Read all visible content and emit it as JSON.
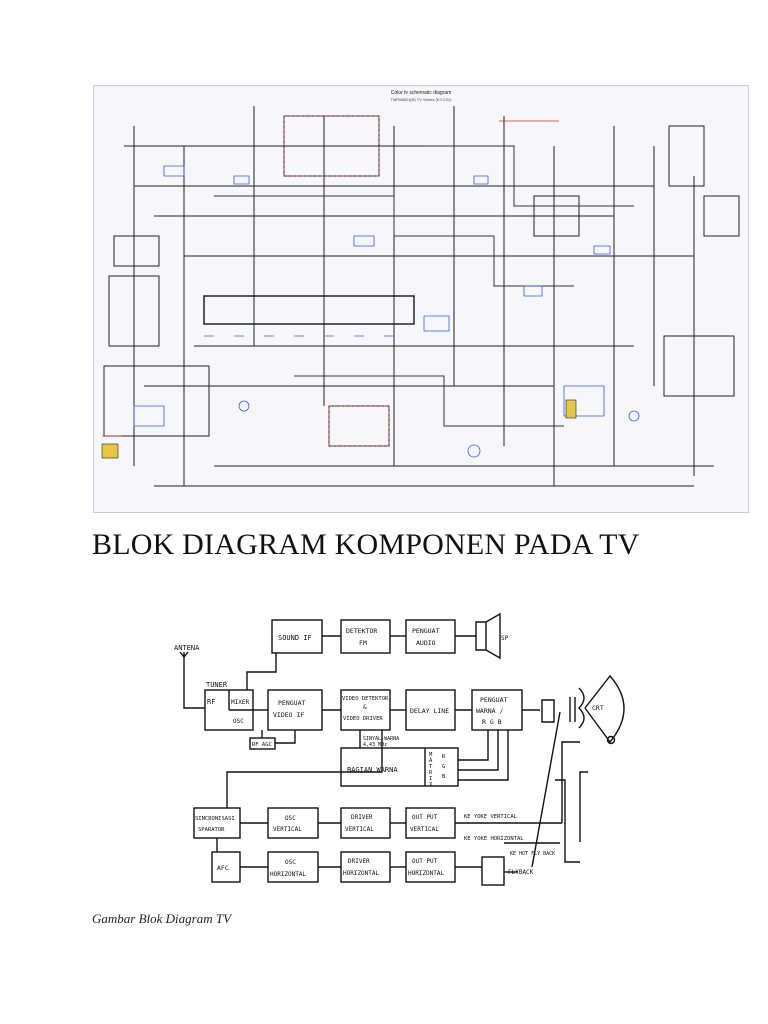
{
  "schematic": {
    "title": "Color tv schematic diagram",
    "subtitle": "TMPA8821(N)  TV  Series (K3.C01)"
  },
  "heading": "BLOK DIAGRAM KOMPONEN PADA TV",
  "diagram": {
    "antenna": "ANTENA",
    "tuner": "TUNER",
    "rf": "RF",
    "mixer": "MIXER",
    "osc": "OSC",
    "rf_agc": "RF AGC",
    "sound_if": "SOUND IF",
    "detektor_fm": [
      "DETEKTOR",
      "FM"
    ],
    "penguat_audio": [
      "PENGUAT",
      "AUDIO"
    ],
    "speaker": "SP",
    "penguat_video_if": [
      "PENGUAT",
      "VIDEO IF"
    ],
    "video_detektor": [
      "VIDEO DETEKTOR",
      "&",
      "VIDEO DRIVER"
    ],
    "delay_line": "DELAY LINE",
    "penguat_warna": [
      "PENGUAT",
      "WARNA /",
      "R G B"
    ],
    "crt": "CRT",
    "sinyal_warna": [
      "SINYAL WARNA",
      "4,43 MHz"
    ],
    "bagian_warna": "BAGIAN WARNA",
    "matrix": [
      "M",
      "A",
      "T",
      "R",
      "I",
      "X"
    ],
    "rgb": [
      "R",
      "G",
      "B"
    ],
    "sincronisasi": [
      "SINCRONISASI",
      "SPARATOR"
    ],
    "osc_vertical": [
      "OSC",
      "VERTICAL"
    ],
    "driver_vertical": [
      "DRIVER",
      "VERTICAL"
    ],
    "output_vertical": [
      "OUT PUT",
      "VERTICAL"
    ],
    "ke_yoke_vertical": "KE YOKE VERTICAL",
    "ke_yoke_horizontal": "KE YOKE HORIZONTAL",
    "ke_hot_fly_back": "KE HOT FLY BACK",
    "afc": "AFC",
    "osc_horizontal": [
      "OSC",
      "HORIZONTAL"
    ],
    "driver_horizontal": [
      "DRIVER",
      "HORIZONTAL"
    ],
    "output_horizontal": [
      "OUT PUT",
      "HORIZONTAL"
    ],
    "flyback": "FLYBACK"
  },
  "caption": "Gambar Blok Diagram TV"
}
